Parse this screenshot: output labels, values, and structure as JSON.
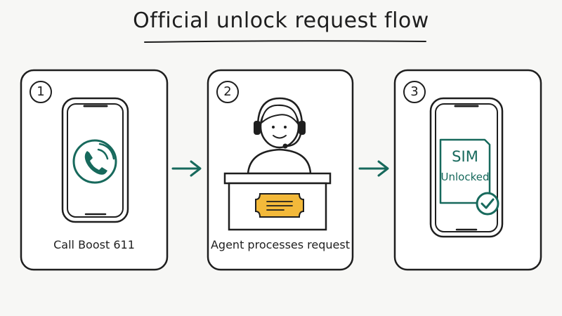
{
  "title": "Official unlock request flow",
  "colors": {
    "ink": "#1e1e1e",
    "accent": "#17695c",
    "ticket": "#f3b93a",
    "background": "#f7f7f5"
  },
  "steps": [
    {
      "number": "1",
      "caption": "Call Boost 611",
      "icon": "phone-call-icon"
    },
    {
      "number": "2",
      "caption": "Agent processes request",
      "icon": "support-agent-icon"
    },
    {
      "number": "3",
      "caption": "",
      "icon": "sim-unlocked-icon",
      "sim": {
        "line1": "SIM",
        "line2": "Unlocked"
      }
    }
  ]
}
